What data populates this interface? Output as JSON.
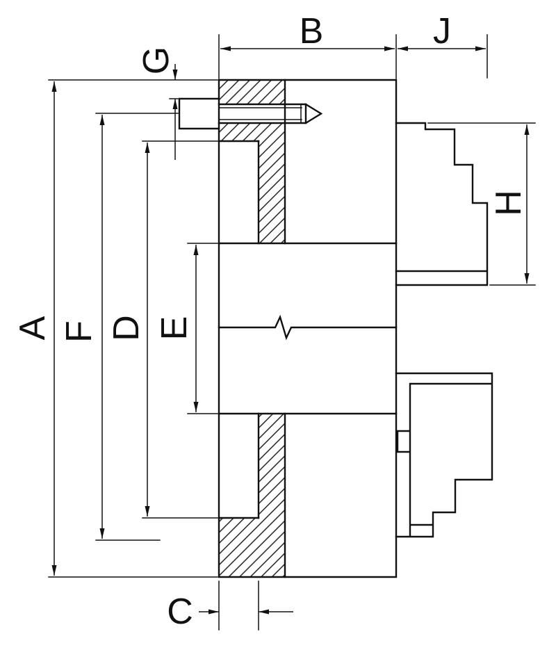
{
  "diagram": {
    "type": "technical-section-drawing",
    "background_color": "#ffffff",
    "line_color": "#111111",
    "dimension_labels": {
      "A": "A",
      "B": "B",
      "C": "C",
      "D": "D",
      "E": "E",
      "F": "F",
      "G": "G",
      "H": "H",
      "J": "J"
    }
  }
}
